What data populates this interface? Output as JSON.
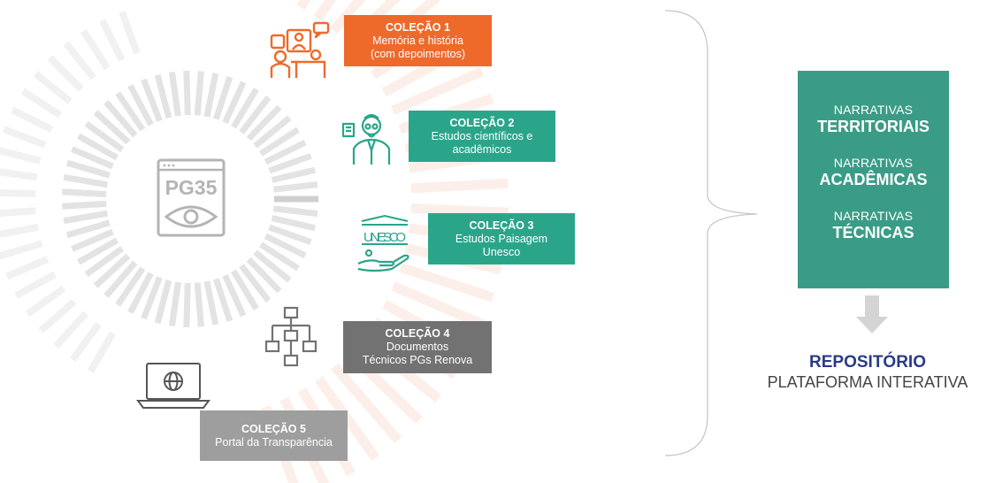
{
  "colors": {
    "orange": "#ee6a2b",
    "teal": "#2aa58a",
    "dark_gray": "#727272",
    "light_gray": "#9e9e9e",
    "narrative_box": "#3a9c86",
    "repo_blue": "#2b3a87"
  },
  "center_logo": {
    "label": "PG35",
    "icon": "eye-browser-icon"
  },
  "collections": [
    {
      "title": "COLEÇÃO 1",
      "lines": [
        "Memória e história",
        "(com depoimentos)"
      ],
      "icon": "people-talking-icon"
    },
    {
      "title": "COLEÇÃO 2",
      "lines": [
        "Estudos científicos e",
        "acadêmicos"
      ],
      "icon": "scholar-icon"
    },
    {
      "title": "COLEÇÃO 3",
      "lines": [
        "Estudos Paisagem",
        "Unesco"
      ],
      "icon": "unesco-hand-icon",
      "icon_text": "UNESCO"
    },
    {
      "title": "COLEÇÃO 4",
      "lines": [
        "Documentos",
        "Técnicos PGs Renova"
      ],
      "icon": "org-chart-icon"
    },
    {
      "title": "COLEÇÃO 5",
      "lines": [
        "Portal da Transparência"
      ],
      "icon": "laptop-globe-icon"
    }
  ],
  "narratives": [
    {
      "prefix": "NARRATIVAS",
      "name": "TERRITORIAIS"
    },
    {
      "prefix": "NARRATIVAS",
      "name": "ACADÊMICAS"
    },
    {
      "prefix": "NARRATIVAS",
      "name": "TÉCNICAS"
    }
  ],
  "repository": {
    "title": "REPOSITÓRIO",
    "subtitle": "PLATAFORMA INTERATIVA"
  }
}
